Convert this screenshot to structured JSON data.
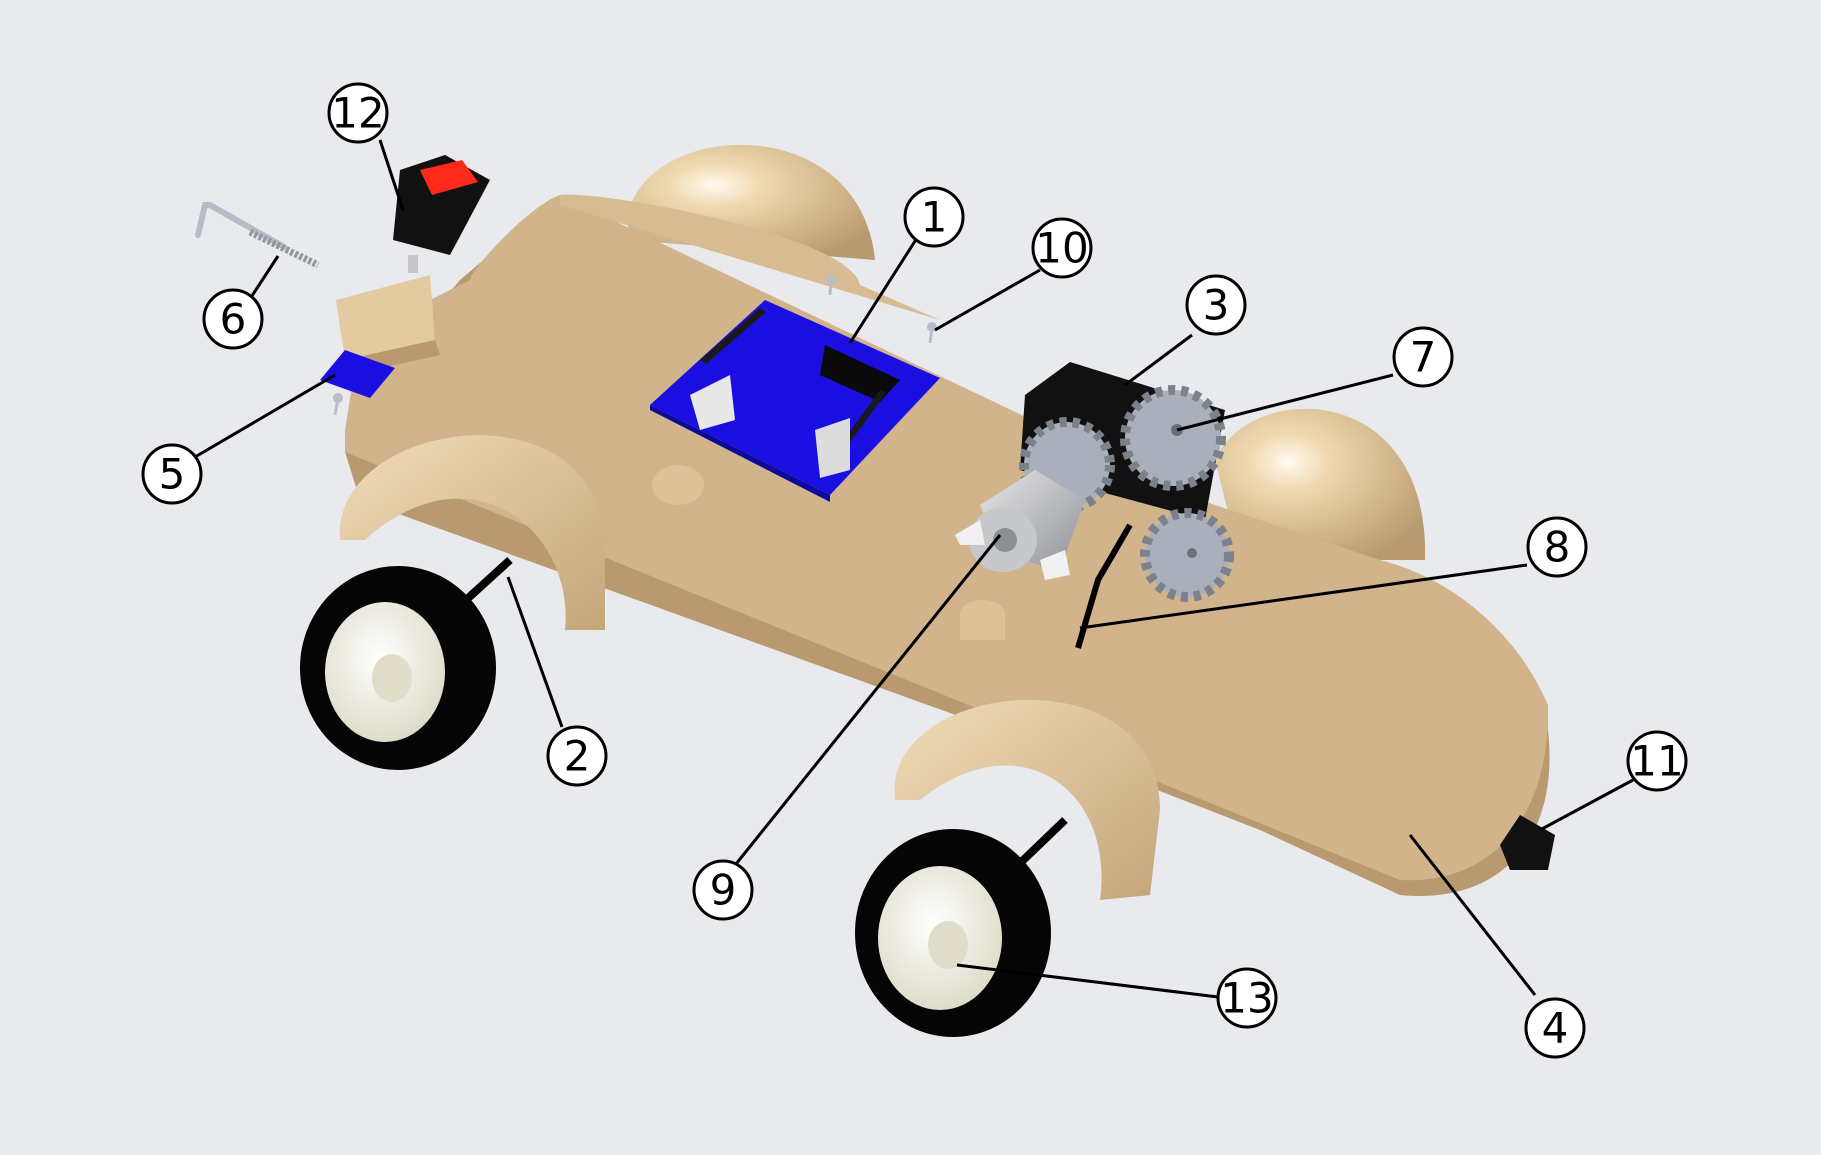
{
  "diagram": {
    "background": "#e9eaee",
    "colors": {
      "chassis": "#d2b48c",
      "chassis_shade": "#b99a70",
      "pcb": "#1a0fe0",
      "switch_red": "#ff2a1a",
      "tire": "#050505",
      "hub": "#f2f0e0",
      "gear": "#a9b0bb",
      "motor_block": "#111111"
    },
    "callouts": [
      {
        "id": "1",
        "label": "1"
      },
      {
        "id": "2",
        "label": "2"
      },
      {
        "id": "3",
        "label": "3"
      },
      {
        "id": "4",
        "label": "4"
      },
      {
        "id": "5",
        "label": "5"
      },
      {
        "id": "6",
        "label": "6"
      },
      {
        "id": "7",
        "label": "7"
      },
      {
        "id": "8",
        "label": "8"
      },
      {
        "id": "9",
        "label": "9"
      },
      {
        "id": "10",
        "label": "10"
      },
      {
        "id": "11",
        "label": "11"
      },
      {
        "id": "12",
        "label": "12"
      },
      {
        "id": "13",
        "label": "13"
      }
    ]
  }
}
